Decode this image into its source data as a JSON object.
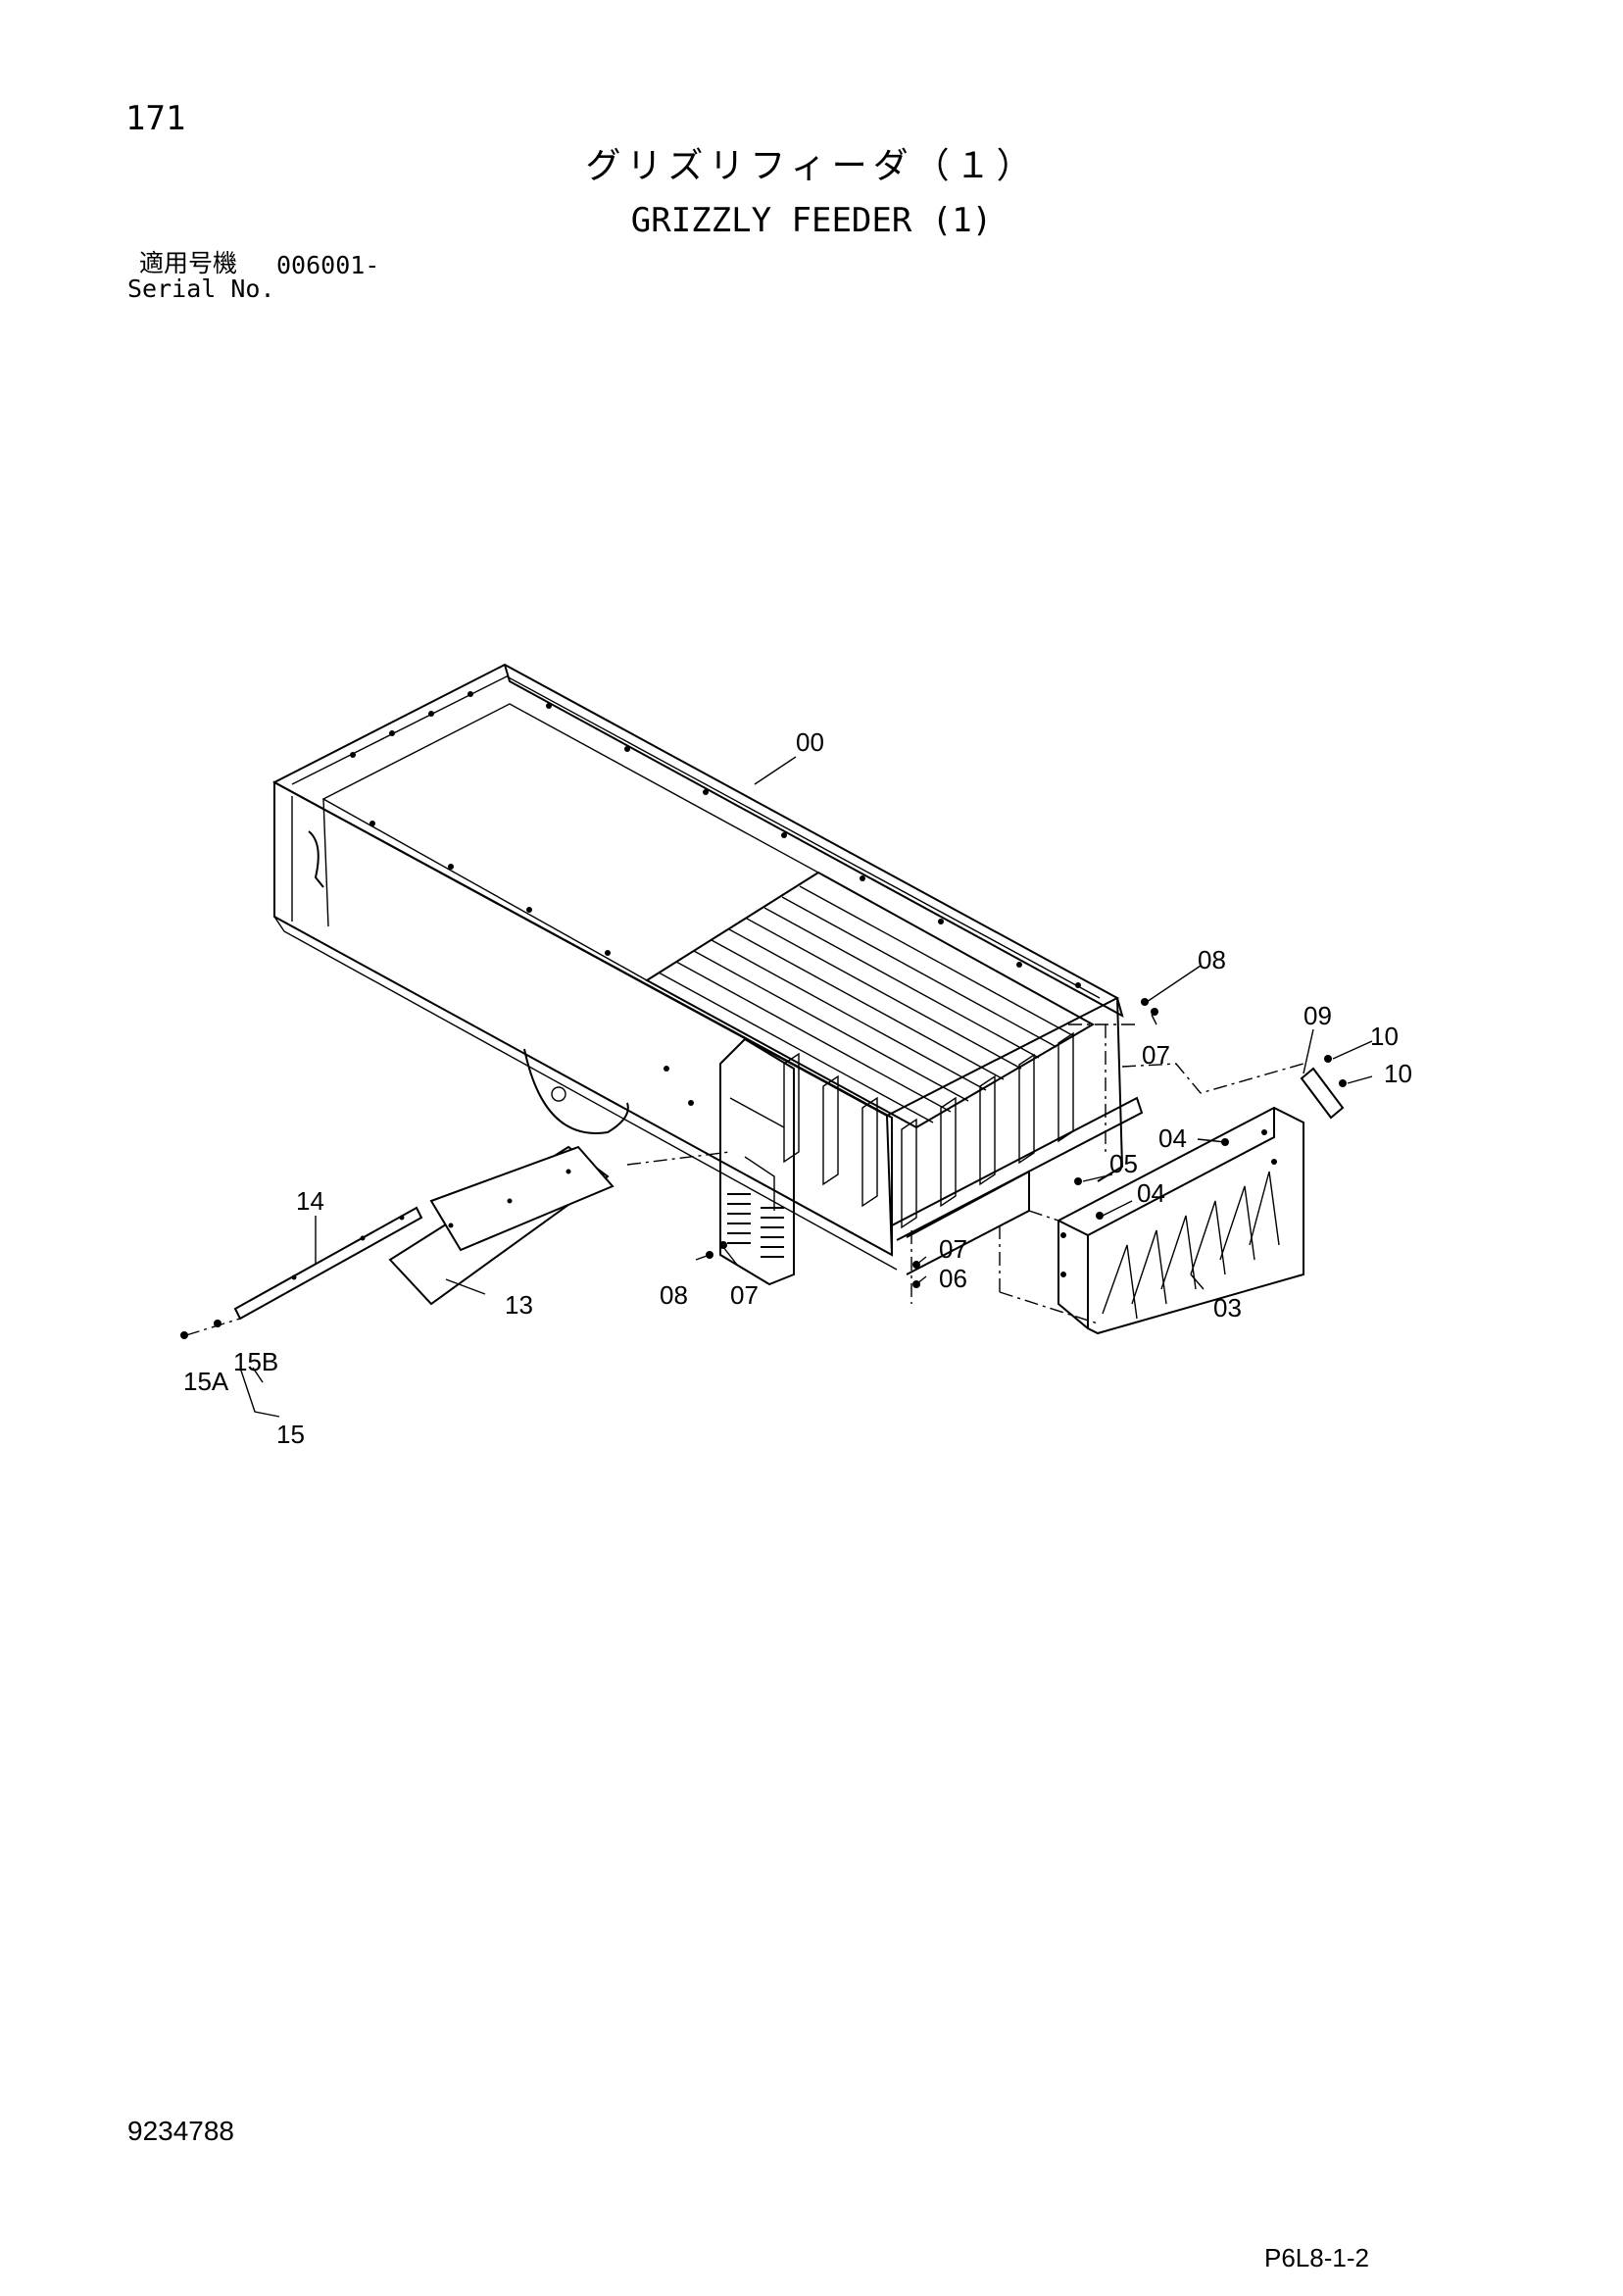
{
  "header": {
    "page_number": "171",
    "title_jp": "グリズリフィーダ（１）",
    "title_en": "GRIZZLY FEEDER (1)",
    "serial_label_jp": "適用号機",
    "serial_range": "006001-",
    "serial_label_en": "Serial No."
  },
  "footer": {
    "doc_number": "9234788",
    "page_code": "P6L8-1-2"
  },
  "diagram": {
    "callouts": {
      "c00": "00",
      "c08a": "08",
      "c07a": "07",
      "c09": "09",
      "c10a": "10",
      "c10b": "10",
      "c04a": "04",
      "c05": "05",
      "c04b": "04",
      "c07b": "07",
      "c06": "06",
      "c03": "03",
      "c08b": "08",
      "c07c": "07",
      "c14": "14",
      "c13": "13",
      "c15a": "15A",
      "c15b": "15B",
      "c15": "15"
    }
  }
}
